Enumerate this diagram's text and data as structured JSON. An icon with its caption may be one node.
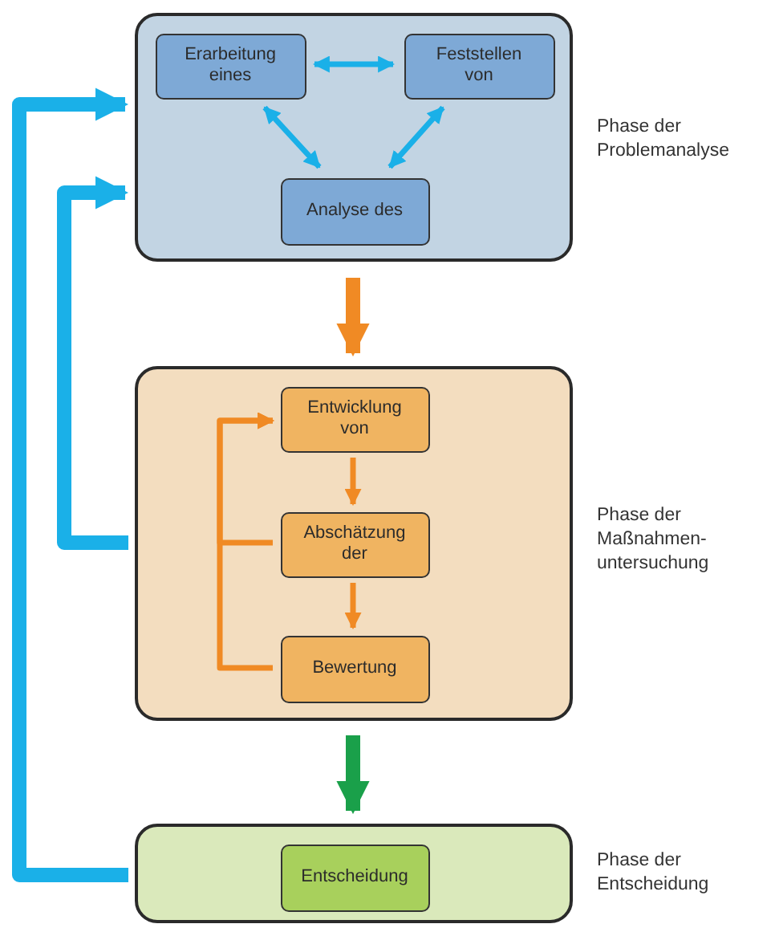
{
  "diagram": {
    "nodes": [
      {
        "text": [],
        "shape": "box",
        "beside": [
          "Phase der Problemanalyse"
        ]
      },
      {
        "text": [
          "Erarbeitung eines"
        ],
        "in": 0
      },
      {
        "text": [
          "Feststellen von"
        ],
        "in": 0
      },
      {
        "text": [
          "Analyse des"
        ],
        "in": 0
      },
      {
        "text": [],
        "shape": "box",
        "beside": [
          "Phase der Maßnahmen- untersuchung"
        ]
      },
      {
        "text": [
          "Entwicklung von"
        ],
        "in": 4
      },
      {
        "text": [
          "Abschätzung der"
        ],
        "in": 4
      },
      {
        "text": [
          "Bewertung"
        ],
        "in": 4
      },
      {
        "text": [],
        "shape": "box",
        "beside": [
          "Phase der Entscheidung"
        ]
      },
      {
        "text": [
          "Entscheidung"
        ],
        "in": 8
      }
    ],
    "edges": [
      {
        "from": 1,
        "to": 2,
        "arrow": "both",
        "color": "#1ab0e8"
      },
      {
        "from": 1,
        "to": 3,
        "arrow": "both",
        "color": "#1ab0e8"
      },
      {
        "from": 2,
        "to": 3,
        "arrow": "both",
        "color": "#1ab0e8"
      },
      {
        "from": 0,
        "to": 4,
        "arrow": "to",
        "style": "thick",
        "color": "#f08a24"
      },
      {
        "from": 5,
        "to": 6,
        "arrow": "to",
        "color": "#f08a24"
      },
      {
        "from": 6,
        "to": 7,
        "arrow": "to",
        "color": "#f08a24"
      },
      {
        "from": 6,
        "to": 5,
        "arrow": "to",
        "color": "#f08a24"
      },
      {
        "from": 7,
        "to": 5,
        "arrow": "to",
        "color": "#f08a24"
      },
      {
        "from": 4,
        "to": 0,
        "arrow": "to",
        "style": "thick",
        "color": "#1ab0e8"
      },
      {
        "from": 4,
        "to": 8,
        "arrow": "to",
        "style": "thick",
        "color": "#1aa04a"
      },
      {
        "from": 8,
        "to": 0,
        "arrow": "to",
        "style": "thick",
        "color": "#1ab0e8"
      }
    ]
  }
}
